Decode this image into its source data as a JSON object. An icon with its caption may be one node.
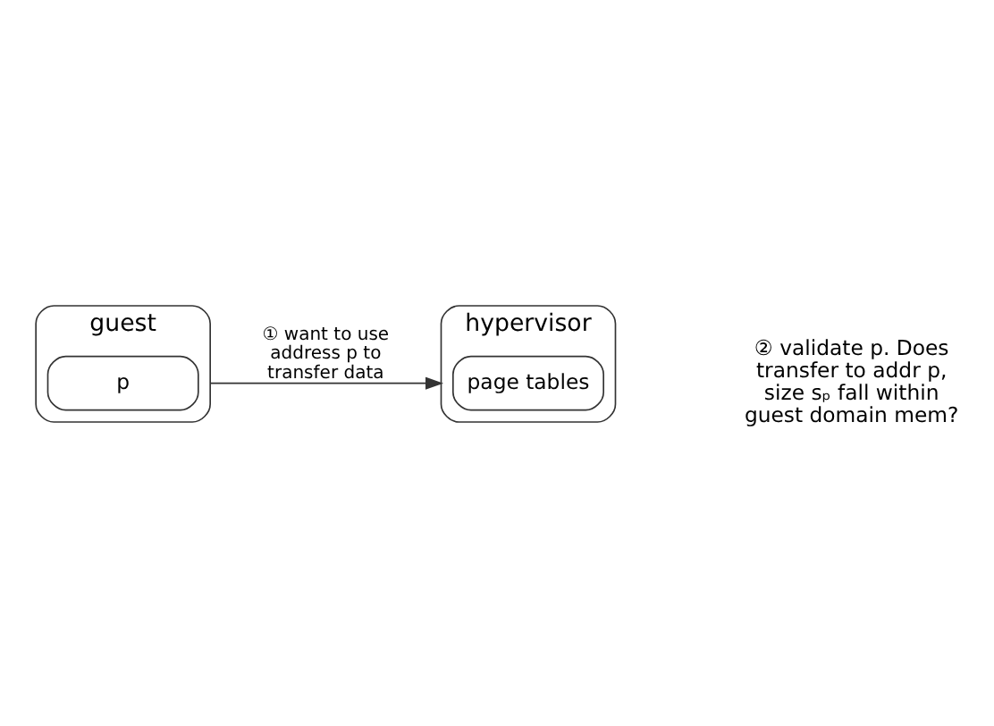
{
  "diagram": {
    "nodes": [
      {
        "text": [
          "guest"
        ]
      },
      {
        "text": [
          "p"
        ],
        "in": 0
      },
      {
        "text": [
          "hypervisor"
        ]
      },
      {
        "text": [
          "page tables"
        ],
        "in": 2
      }
    ],
    "edges": [
      {
        "from": 0,
        "to": 2,
        "arrow": "to",
        "label": "① want to use address p to transfer data"
      }
    ],
    "labels": [
      "② validate p. Does transfer to addr p, size sₚ fall within guest domain mem?"
    ]
  }
}
